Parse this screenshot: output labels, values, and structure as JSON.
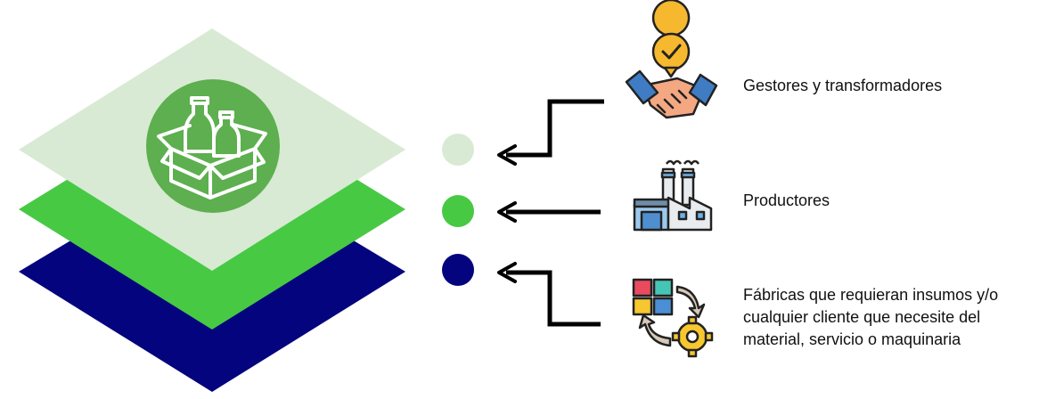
{
  "colors": {
    "layer_top": "#d8ead3",
    "layer_middle": "#47c944",
    "layer_bottom": "#03047e",
    "emblem": "#5daf4f",
    "arrow": "#000000"
  },
  "layers": [
    {
      "name": "top",
      "dot_color": "#d8ead3"
    },
    {
      "name": "middle",
      "dot_color": "#47c944"
    },
    {
      "name": "bottom",
      "dot_color": "#03047e"
    }
  ],
  "emblem": {
    "icon": "recycling-box-bottles-icon"
  },
  "stakeholders": [
    {
      "icon": "handshake-check-icon",
      "label": "Gestores y transformadores"
    },
    {
      "icon": "factory-icon",
      "label": "Productores"
    },
    {
      "icon": "puzzle-gear-icon",
      "lines": [
        "Fábricas que requieran insumos y/o",
        "cualquier cliente que necesite del",
        "material, servicio o maquinaria"
      ]
    }
  ]
}
